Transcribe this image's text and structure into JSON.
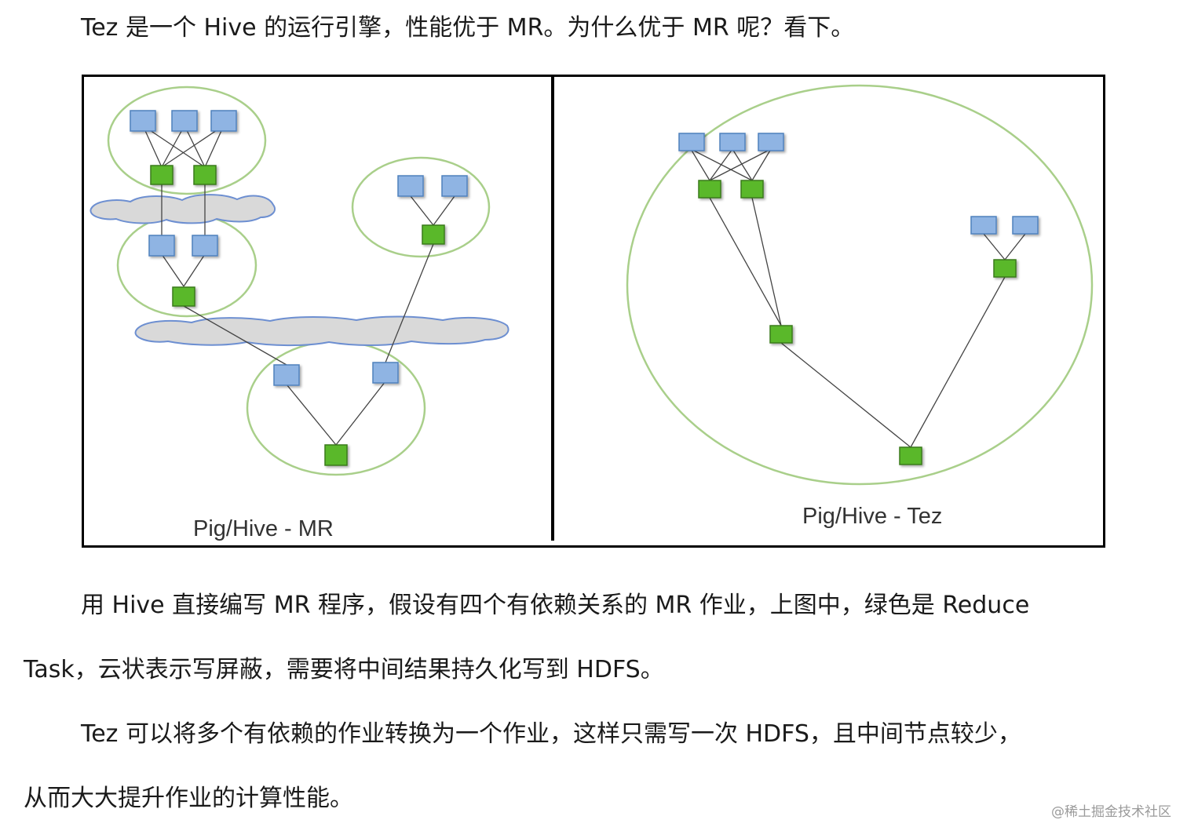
{
  "paragraphs": {
    "intro": "Tez 是一个 Hive 的运行引擎，性能优于 MR。为什么优于 MR 呢？看下。",
    "mr_line1": "用 Hive 直接编写 MR 程序，假设有四个有依赖关系的 MR 作业，上图中，绿色是 Reduce",
    "mr_line2": "Task，云状表示写屏蔽，需要将中间结果持久化写到 HDFS。",
    "tez_line1": "Tez 可以将多个有依赖的作业转换为一个作业，这样只需写一次 HDFS，且中间节点较少，",
    "tez_line2": "从而大大提升作业的计算性能。"
  },
  "figure": {
    "left_caption": "Pig/Hive - MR",
    "right_caption": "Pig/Hive - Tez",
    "colors": {
      "map_task_fill": "#8fb4e3",
      "map_task_stroke": "#4f81bd",
      "reduce_task_fill": "#5ab82a",
      "reduce_task_stroke": "#3a7a1a",
      "job_ellipse": "#a9cf8a",
      "cloud_fill": "#d9d9d9",
      "cloud_stroke": "#6d8fd1",
      "frame": "#000000"
    }
  },
  "watermark": "@稀土掘金技术社区"
}
